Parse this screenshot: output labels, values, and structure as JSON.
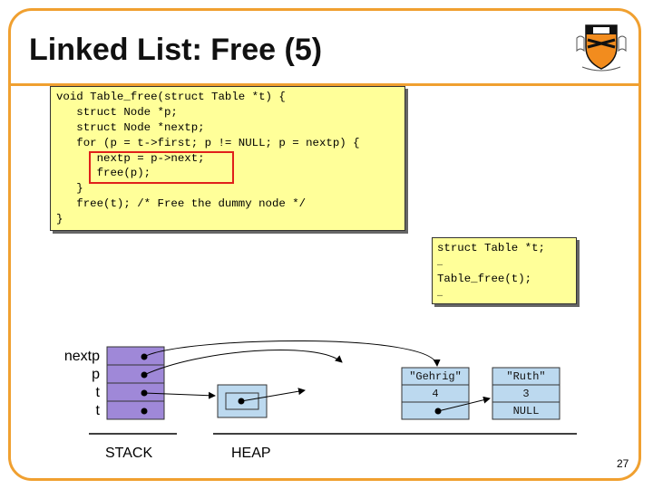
{
  "slide": {
    "title": "Linked List: Free (5)",
    "page_number": "27",
    "accent_color": "#f0a030",
    "logo_icon": "princeton-shield-icon"
  },
  "code": {
    "lines": [
      "void Table_free(struct Table *t) {",
      "   struct Node *p;",
      "   struct Node *nextp;",
      "   for (p = t->first; p != NULL; p = nextp) {",
      "      nextp = p->next;",
      "      free(p);",
      "   }",
      "   free(t); /* Free the dummy node */",
      "}"
    ],
    "highlight_color": "#e0201a"
  },
  "client_code": {
    "lines": [
      "struct Table *t;",
      "…",
      "Table_free(t);",
      "…"
    ]
  },
  "stack": {
    "labels": [
      "nextp",
      "p",
      "t",
      "t"
    ],
    "caption": "STACK",
    "fill": "#9f88d8"
  },
  "heap": {
    "caption": "HEAP",
    "fill": "#bcd9ef",
    "node1": {
      "name": "\"Gehrig\"",
      "value": "4"
    },
    "node2": {
      "name": "\"Ruth\"",
      "value": "3",
      "next": "NULL"
    }
  }
}
